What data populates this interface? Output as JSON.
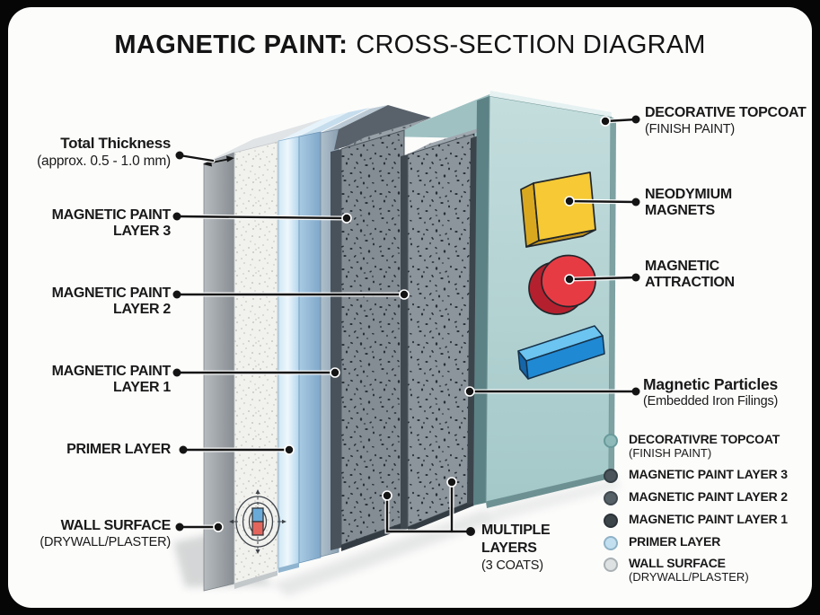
{
  "title": {
    "emphasis": "MAGNETIC PAINT:",
    "rest": "CROSS-SECTION DIAGRAM"
  },
  "callouts_left": {
    "total_thickness": {
      "line1": "Total Thickness",
      "line2": "(approx. 0.5 - 1.0 mm)"
    },
    "layer3": {
      "line1": "MAGNETIC PAINT",
      "line2": "LAYER 3"
    },
    "layer2": {
      "line1": "MAGNETIC PAINT",
      "line2": "LAYER 2"
    },
    "layer1": {
      "line1": "MAGNETIC PAINT",
      "line2": "LAYER 1"
    },
    "primer": {
      "line1": "PRIMER LAYER"
    },
    "wall": {
      "line1": "WALL SURFACE",
      "line2": "(DRYWALL/PLASTER)"
    }
  },
  "callouts_right": {
    "topcoat": {
      "line1": "DECORATIVE TOPCOAT",
      "line2": "(FINISH PAINT)"
    },
    "neodymium": {
      "line1": "NEODYMIUM",
      "line2": "MAGNETS"
    },
    "attraction": {
      "line1": "MAGNETIC",
      "line2": "ATTRACTION"
    },
    "particles": {
      "line1": "Magnetic Particles",
      "line2": "(Embedded Iron Filings)"
    },
    "multiple_layers": {
      "line1": "MULTIPLE",
      "line2": "LAYERS",
      "line3": "(3 COATS)"
    }
  },
  "legend": {
    "items": [
      {
        "label": "DECORATIVRE TOPCOAT",
        "sublabel": "(FINISH PAINT)",
        "color": "#8fbaba"
      },
      {
        "label": "MAGNETIC PAINT LAYER 3",
        "color": "#4a545a"
      },
      {
        "label": "MAGNETIC PAINT LAYER 2",
        "color": "#566067"
      },
      {
        "label": "MAGNETIC PAINT LAYER 1",
        "color": "#3c4549"
      },
      {
        "label": "PRIMER LAYER",
        "color": "#c2dff0"
      },
      {
        "label": "WALL SURFACE",
        "sublabel": "(DRYWALL/PLASTER)",
        "color": "#dde1e2"
      }
    ]
  },
  "diagram_palette": {
    "background": "#060606",
    "card": "#fcfcfb",
    "wall_face": "#f1f1ee",
    "primer_blue": "#aed2ea",
    "steel_pane": "#9bb0c0",
    "magnetic_paint_gray": "#878f96",
    "topcoat_teal": "#aecdcd",
    "magnet_yellow": "#f6c935",
    "magnet_red": "#e73b44",
    "magnet_blue": "#2089d4",
    "leader_line": "#141414"
  }
}
